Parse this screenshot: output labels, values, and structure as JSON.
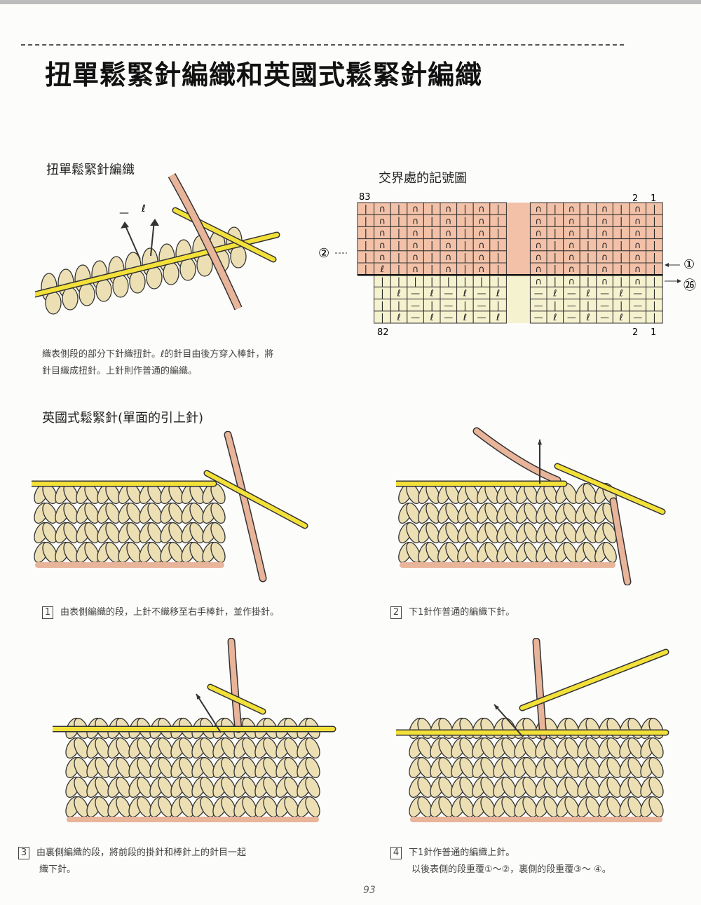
{
  "title": "扭單鬆緊針編織和英國式鬆緊針編織",
  "section1": {
    "heading": "扭單鬆緊針編織",
    "arrow_labels": [
      "—",
      "ℓ"
    ],
    "description_line1": "織表側段的部分下針織扭針。ℓ的針目由後方穿入棒針，將",
    "description_line2": "針目織成扭針。上針則作普通的編織。"
  },
  "chart": {
    "heading": "交界處的記號圖",
    "label_top_left": "83",
    "label_bottom_left": "82",
    "labels_top_right": [
      "2",
      "1"
    ],
    "labels_bottom_right": [
      "2",
      "1"
    ],
    "marker_left": "②",
    "marker_right_1": "①",
    "marker_right_2": "㉖",
    "colors": {
      "pink": "#f2c1a8",
      "yellow": "#f5f2cf",
      "line": "#333333"
    },
    "left_top_rows": [
      [
        "|",
        "∩",
        "|",
        "∩",
        "|",
        "∩",
        "|",
        "∩",
        "|"
      ],
      [
        "|",
        "∩",
        "|",
        "∩",
        "|",
        "∩",
        "|",
        "∩",
        "|"
      ],
      [
        "|",
        "∩",
        "|",
        "∩",
        "|",
        "∩",
        "|",
        "∩",
        "|"
      ],
      [
        "|",
        "∩",
        "|",
        "∩",
        "|",
        "∩",
        "|",
        "∩",
        "|"
      ],
      [
        "|",
        "∩",
        "|",
        "∩",
        "|",
        "∩",
        "|",
        "∩",
        "|"
      ],
      [
        "|",
        "ℓ",
        "|",
        "∩",
        "|",
        "∩",
        "|",
        "∩",
        "|"
      ]
    ],
    "left_bottom_rows": [
      [
        "|",
        "|",
        "|",
        "|",
        "|",
        "|",
        "|",
        "|"
      ],
      [
        "|",
        "ℓ",
        "—",
        "ℓ",
        "—",
        "ℓ",
        "—",
        "ℓ"
      ],
      [
        "|",
        "|",
        "—",
        "|",
        "—",
        "|",
        "—",
        "|"
      ],
      [
        "|",
        "ℓ",
        "—",
        "ℓ",
        "—",
        "ℓ",
        "—",
        "ℓ"
      ]
    ],
    "right_top_rows": [
      [
        "∩",
        "|",
        "∩",
        "|",
        "∩",
        "|",
        "∩",
        "|"
      ],
      [
        "∩",
        "|",
        "∩",
        "|",
        "∩",
        "|",
        "∩",
        "|"
      ],
      [
        "∩",
        "|",
        "∩",
        "|",
        "∩",
        "|",
        "∩",
        "|"
      ],
      [
        "∩",
        "|",
        "∩",
        "|",
        "∩",
        "|",
        "∩",
        "|"
      ],
      [
        "∩",
        "|",
        "∩",
        "|",
        "∩",
        "|",
        "∩",
        "|"
      ],
      [
        "∩",
        "|",
        "∩",
        "|",
        "∩",
        "|",
        "∩",
        "|"
      ]
    ],
    "right_bottom_rows": [
      [
        "∩",
        "|",
        "∩",
        "|",
        "∩",
        "|",
        "∩",
        "|"
      ],
      [
        "—",
        "ℓ",
        "—",
        "ℓ",
        "—",
        "ℓ",
        "—",
        "|"
      ],
      [
        "—",
        "|",
        "—",
        "|",
        "—",
        "|",
        "—",
        "|"
      ],
      [
        "—",
        "ℓ",
        "—",
        "ℓ",
        "—",
        "ℓ",
        "—",
        "|"
      ]
    ]
  },
  "section2": {
    "heading": "英國式鬆緊針(單面的引上針)"
  },
  "steps": [
    {
      "number": "1",
      "text": "由表側編織的段，上針不織移至右手棒針，並作掛針。"
    },
    {
      "number": "2",
      "text": "下1針作普通的編織下針。"
    },
    {
      "number": "3",
      "text": "由裏側編織的段，將前段的掛針和棒針上的針目一起",
      "text2": "織下針。"
    },
    {
      "number": "4",
      "text": "下1針作普通的編織上針。",
      "text2": "以後表側的段重覆①～②，裏側的段重覆③～ ④。"
    }
  ],
  "page_number": "93",
  "colors": {
    "yarn": "#ecdfb4",
    "yarn_pink": "#e8b49a",
    "needle": "#f3e13a",
    "outline": "#333333"
  }
}
